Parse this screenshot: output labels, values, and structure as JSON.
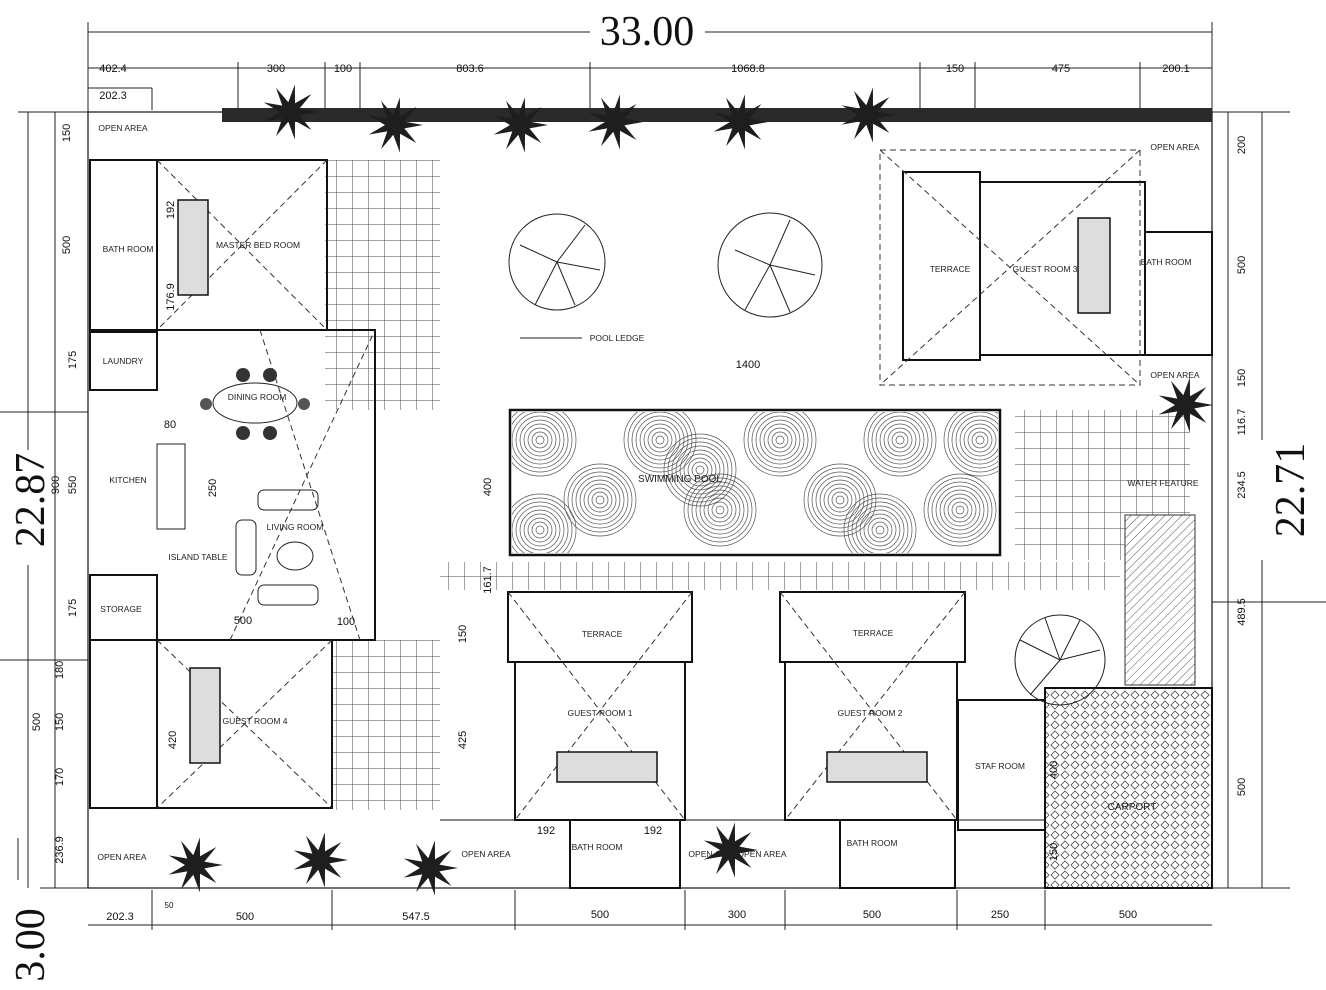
{
  "overall": {
    "width": "33.00",
    "depth_left": "22.87",
    "depth_right": "22.71",
    "setback": "3.00"
  },
  "dims_top": [
    "402.4",
    "300",
    "100",
    "803.6",
    "1068.8",
    "150",
    "475",
    "200.1",
    "202.3"
  ],
  "dims_left": [
    "150",
    "500",
    "175",
    "900",
    "550",
    "175",
    "180",
    "500",
    "150",
    "170",
    "236.9"
  ],
  "dims_right": [
    "200",
    "500",
    "150",
    "116.7",
    "234.5",
    "489.5",
    "500"
  ],
  "dims_bottom": [
    "202.3",
    "500",
    "547.5",
    "500",
    "300",
    "500",
    "250",
    "500",
    "50"
  ],
  "dims_interior": [
    "192",
    "176.9",
    "80",
    "250",
    "500",
    "100",
    "420",
    "400",
    "161.7",
    "150",
    "425",
    "192",
    "192",
    "400",
    "1400",
    "150"
  ],
  "rooms": {
    "open_area": "OPEN AREA",
    "master_bed": "MASTER BED ROOM",
    "bath_room": "BATH ROOM",
    "laundry": "LAUNDRY",
    "dining": "DINING ROOM",
    "kitchen": "KITCHEN",
    "island": "ISLAND TABLE",
    "living": "LIVING ROOM",
    "storage": "STORAGE",
    "guest4": "GUEST ROOM 4",
    "pool_ledge": "POOL LEDGE",
    "pool": "SWIMMING POOL",
    "terrace": "TERRACE",
    "guest3": "GUEST ROOM 3",
    "guest1": "GUEST ROOM 1",
    "guest2": "GUEST ROOM 2",
    "water_feature": "WATER FEATURE",
    "staff": "STAF ROOM",
    "carport": "CARPORT"
  }
}
